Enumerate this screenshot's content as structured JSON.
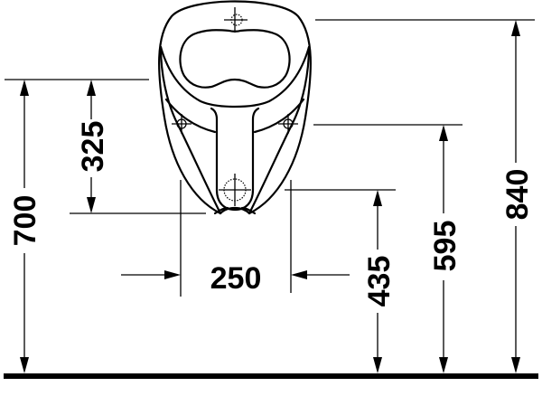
{
  "drawing": {
    "title": "Wall-hung urinal front view with installation dimensions",
    "units": "mm",
    "line_color": "#000000",
    "background": "#ffffff"
  },
  "dimensions": {
    "overall_height_to_top": {
      "label": "840",
      "value": 840
    },
    "height_to_fixing_holes": {
      "label": "595",
      "value": 595
    },
    "height_to_outlet": {
      "label": "435",
      "value": 435
    },
    "height_to_rim_reference": {
      "label": "700",
      "value": 700
    },
    "rim_to_bottom_of_bowl": {
      "label": "325",
      "value": 325
    },
    "outlet_width": {
      "label": "250",
      "value": 250
    }
  },
  "features": {
    "inlet_marker": "water-inlet-crosshair",
    "fixing_holes": [
      "left-fixing-hole",
      "right-fixing-hole"
    ],
    "outlet_marker": "waste-outlet-crosshair",
    "floor": "floor-line"
  }
}
